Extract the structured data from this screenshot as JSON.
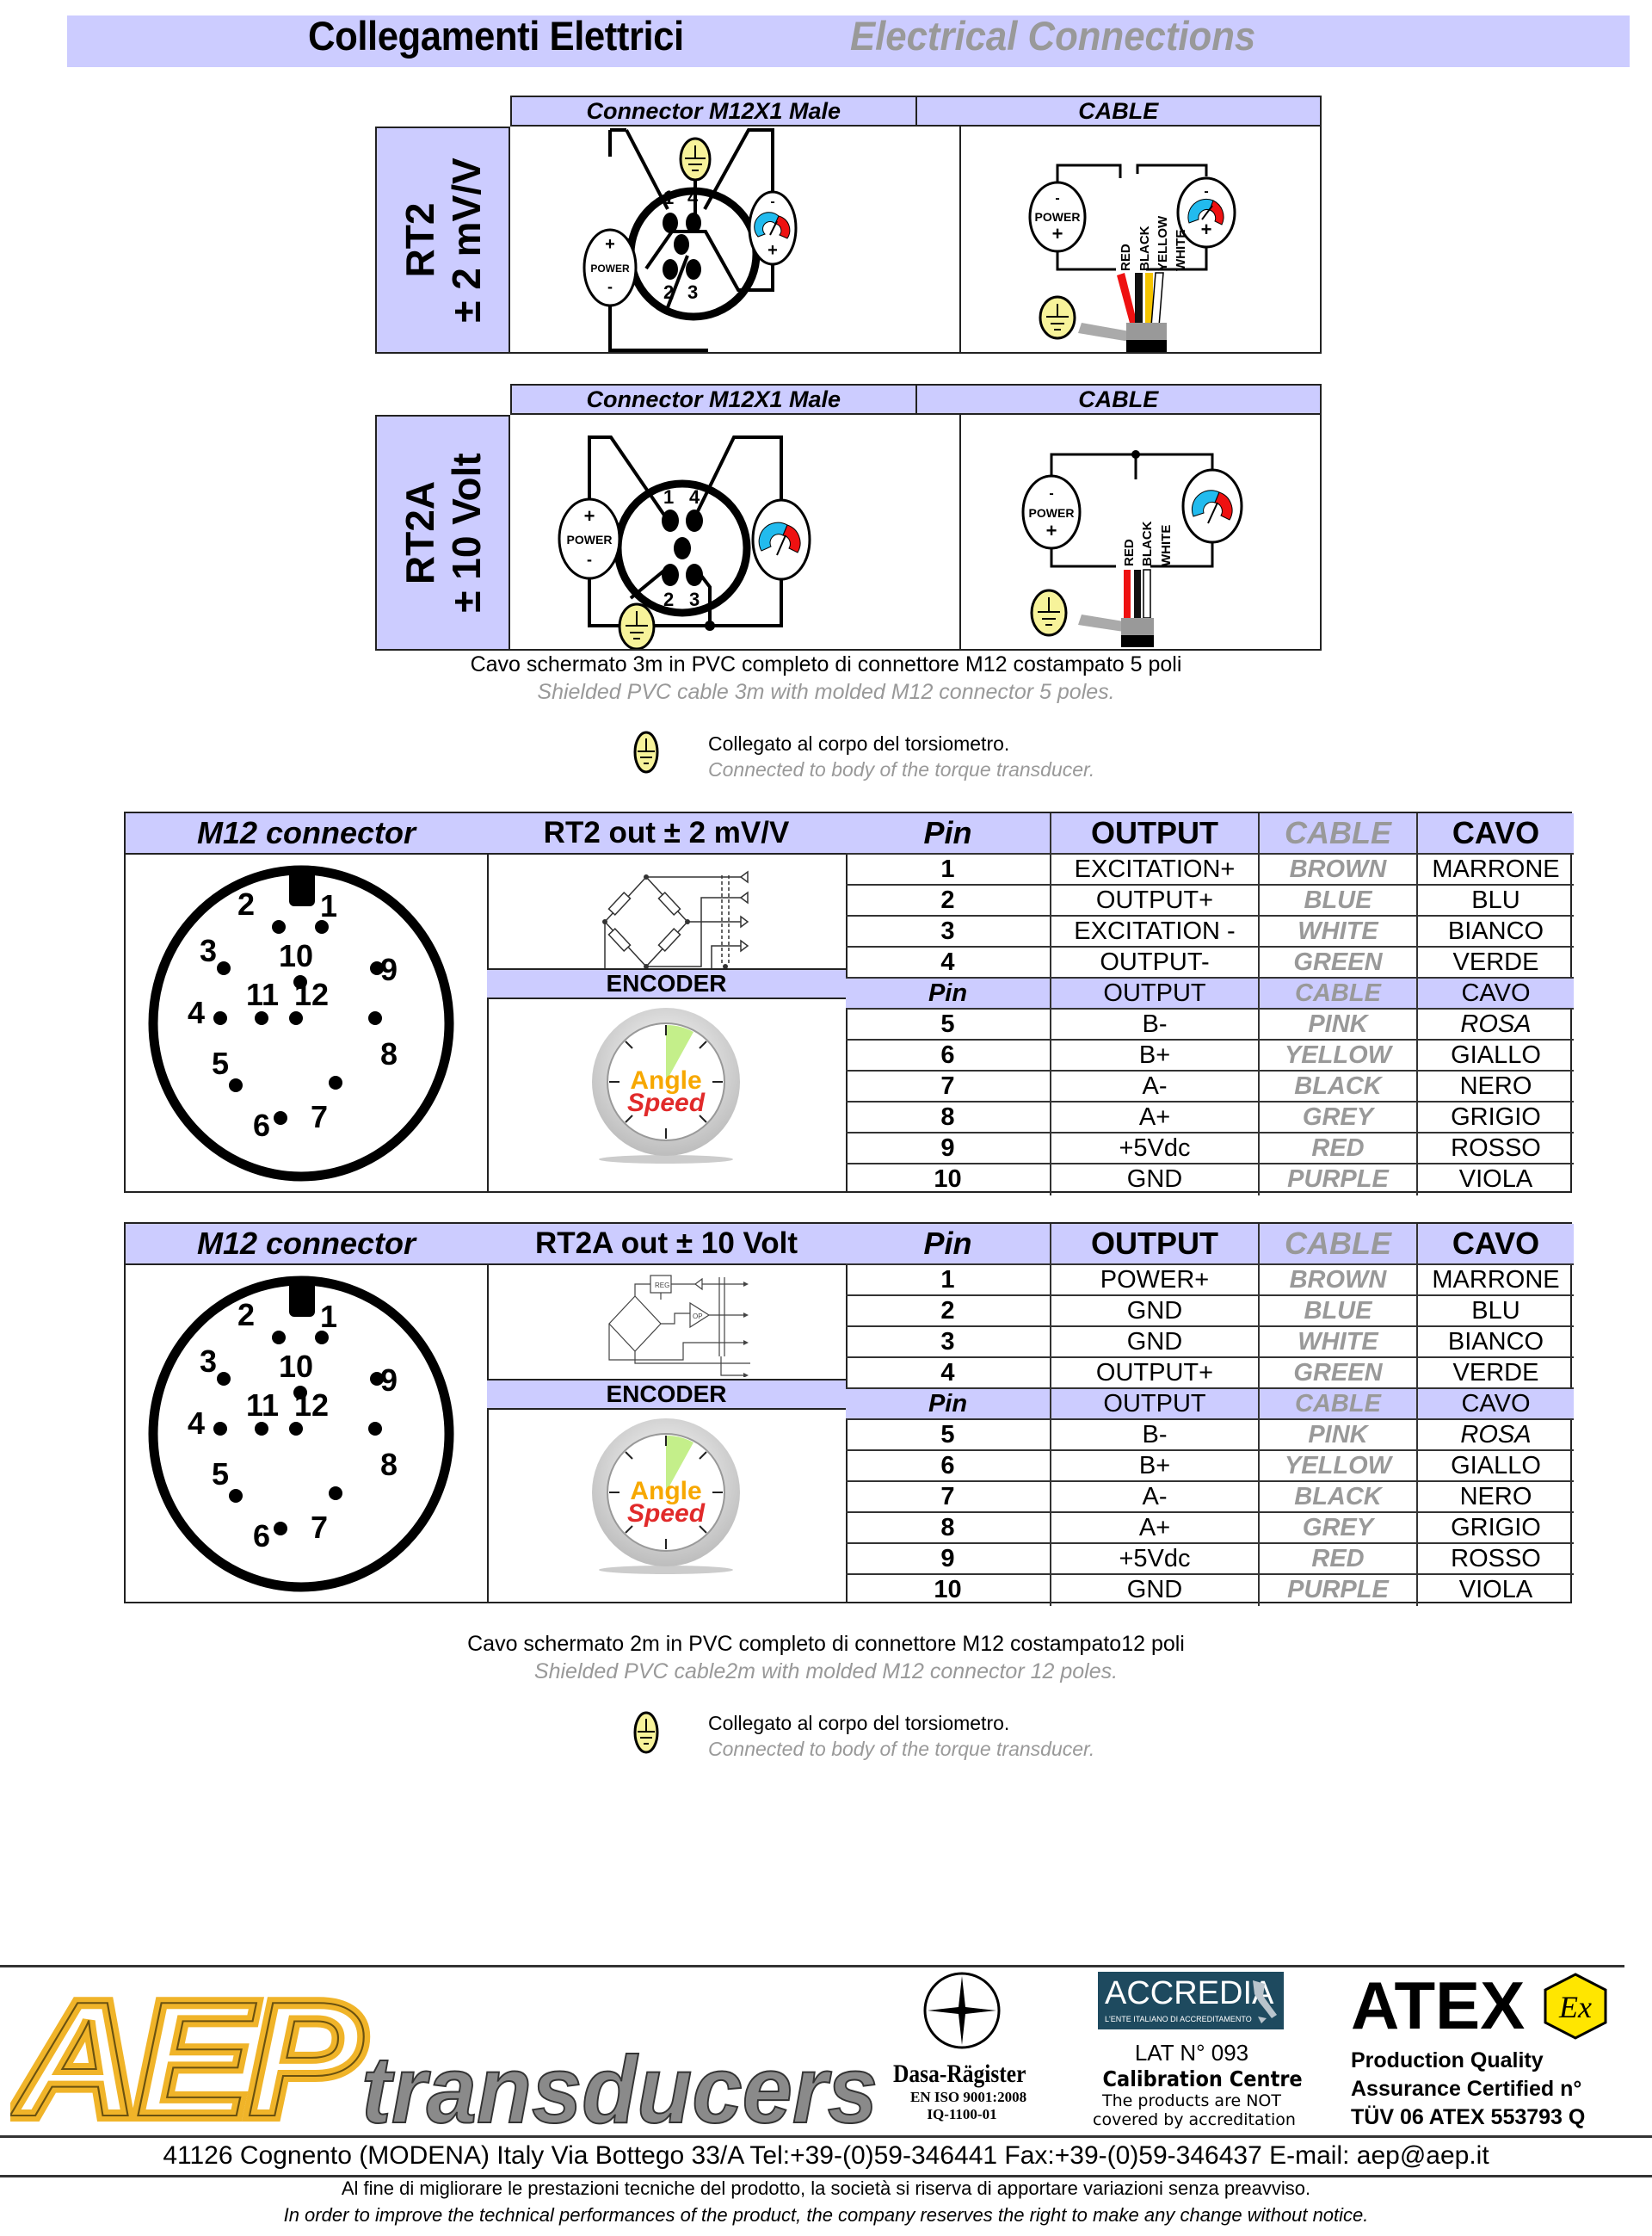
{
  "header": {
    "title_it": "Collegamenti Elettrici",
    "title_en": "Electrical Connections"
  },
  "diagrams": [
    {
      "side_label_line1": "RT2",
      "side_label_line2": "± 2 mV/V",
      "col_connector": "Connector M12X1 Male",
      "col_cable": "CABLE",
      "connector_pins": [
        "1",
        "4",
        "2",
        "3"
      ],
      "power_label": "POWER",
      "wires": [
        "RED",
        "BLACK",
        "YELLOW",
        "WHITE"
      ],
      "wire_colors": [
        "#ee1111",
        "#111111",
        "#f5c400",
        "#ffffff"
      ]
    },
    {
      "side_label_line1": "RT2A",
      "side_label_line2": "± 10 Volt",
      "col_connector": "Connector M12X1 Male",
      "col_cable": "CABLE",
      "connector_pins": [
        "1",
        "4",
        "2",
        "3"
      ],
      "power_label": "POWER",
      "wires": [
        "RED",
        "BLACK",
        "WHITE"
      ],
      "wire_colors": [
        "#ee1111",
        "#111111",
        "#ffffff"
      ]
    }
  ],
  "caption1": {
    "it": "Cavo schermato 3m in PVC completo di connettore M12 costampato 5 poli",
    "en": "Shielded PVC cable 3m with molded M12 connector 5 poles."
  },
  "ground_note1": {
    "it": "Collegato al corpo del torsiometro.",
    "en": "Connected to body of the torque transducer."
  },
  "tables": [
    {
      "col_connector": "M12 connector",
      "col_model": "RT2 out ± 2 mV/V",
      "headers": {
        "pin": "Pin",
        "output": "OUTPUT",
        "cable": "CABLE",
        "cavo": "CAVO"
      },
      "encoder_label": "ENCODER",
      "gauge_text": [
        "Angle",
        "Speed"
      ],
      "connector_pin_numbers": [
        "1",
        "2",
        "3",
        "4",
        "5",
        "6",
        "7",
        "8",
        "9",
        "10",
        "11",
        "12"
      ],
      "rows_top": [
        {
          "pin": "1",
          "output": "EXCITATION+",
          "cable": "BROWN",
          "cavo": "MARRONE"
        },
        {
          "pin": "2",
          "output": "OUTPUT+",
          "cable": "BLUE",
          "cavo": "BLU"
        },
        {
          "pin": "3",
          "output": "EXCITATION -",
          "cable": "WHITE",
          "cavo": "BIANCO"
        },
        {
          "pin": "4",
          "output": "OUTPUT-",
          "cable": "GREEN",
          "cavo": "VERDE"
        }
      ],
      "rows_bottom": [
        {
          "pin": "5",
          "output": "B-",
          "cable": "PINK",
          "cavo": "ROSA"
        },
        {
          "pin": "6",
          "output": "B+",
          "cable": "YELLOW",
          "cavo": "GIALLO"
        },
        {
          "pin": "7",
          "output": "A-",
          "cable": "BLACK",
          "cavo": "NERO"
        },
        {
          "pin": "8",
          "output": "A+",
          "cable": "GREY",
          "cavo": "GRIGIO"
        },
        {
          "pin": "9",
          "output": "+5Vdc",
          "cable": "RED",
          "cavo": "ROSSO"
        },
        {
          "pin": "10",
          "output": "GND",
          "cable": "PURPLE",
          "cavo": "VIOLA"
        }
      ]
    },
    {
      "col_connector": "M12 connector",
      "col_model": "RT2A out ± 10 Volt",
      "headers": {
        "pin": "Pin",
        "output": "OUTPUT",
        "cable": "CABLE",
        "cavo": "CAVO"
      },
      "encoder_label": "ENCODER",
      "gauge_text": [
        "Angle",
        "Speed"
      ],
      "schematic_labels": [
        "REG",
        "OP"
      ],
      "connector_pin_numbers": [
        "1",
        "2",
        "3",
        "4",
        "5",
        "6",
        "7",
        "8",
        "9",
        "10",
        "11",
        "12"
      ],
      "rows_top": [
        {
          "pin": "1",
          "output": "POWER+",
          "cable": "BROWN",
          "cavo": "MARRONE"
        },
        {
          "pin": "2",
          "output": "GND",
          "cable": "BLUE",
          "cavo": "BLU"
        },
        {
          "pin": "3",
          "output": "GND",
          "cable": "WHITE",
          "cavo": "BIANCO"
        },
        {
          "pin": "4",
          "output": "OUTPUT+",
          "cable": "GREEN",
          "cavo": "VERDE"
        }
      ],
      "rows_bottom": [
        {
          "pin": "5",
          "output": "B-",
          "cable": "PINK",
          "cavo": "ROSA"
        },
        {
          "pin": "6",
          "output": "B+",
          "cable": "YELLOW",
          "cavo": "GIALLO"
        },
        {
          "pin": "7",
          "output": "A-",
          "cable": "BLACK",
          "cavo": "NERO"
        },
        {
          "pin": "8",
          "output": "A+",
          "cable": "GREY",
          "cavo": "GRIGIO"
        },
        {
          "pin": "9",
          "output": "+5Vdc",
          "cable": "RED",
          "cavo": "ROSSO"
        },
        {
          "pin": "10",
          "output": "GND",
          "cable": "PURPLE",
          "cavo": "VIOLA"
        }
      ]
    }
  ],
  "caption2": {
    "it": "Cavo schermato 2m in PVC completo di connettore M12 costampato12 poli",
    "en": "Shielded PVC cable2m  with molded M12 connector 12 poles."
  },
  "ground_note2": {
    "it": "Collegato al corpo del torsiometro.",
    "en": "Connected to body of the torque transducer."
  },
  "footer": {
    "logo_letters": "AEP",
    "logo_word": "transducers",
    "dasa": {
      "name": "Dasa-Rägister",
      "std": "EN ISO 9001:2008",
      "code": "IQ-1100-01"
    },
    "accredia": {
      "name": "ACCREDIA",
      "sub": "L'ENTE ITALIANO DI ACCREDITAMENTO",
      "lat": "LAT N° 093",
      "centre": "Calibration Centre",
      "note1": "The products are NOT",
      "note2": "covered by accreditation"
    },
    "atex": {
      "name": "ATEX",
      "ex": "Ex",
      "line1": "Production Quality",
      "line2": "Assurance Certified n°",
      "line3": "TÜV 06 ATEX 553793 Q"
    },
    "address": "41126 Cognento (MODENA) Italy Via Bottego 33/A  Tel:+39-(0)59-346441  Fax:+39-(0)59-346437   E-mail: aep@aep.it",
    "disclaimer_it": "Al fine di migliorare le prestazioni tecniche del prodotto, la società si riserva di apportare variazioni senza preavviso.",
    "disclaimer_en": "In order to improve the technical performances of the product, the company reserves the right to make any change without notice."
  },
  "colors": {
    "header_band": "#ccccff",
    "muted_text": "#999999",
    "ground_yellow": "#f7f39a",
    "logo_gold": "#f0b429",
    "logo_grey": "#8a8a8a",
    "accredia_bg": "#1e4a5f",
    "atex_yellow": "#ffe600"
  }
}
